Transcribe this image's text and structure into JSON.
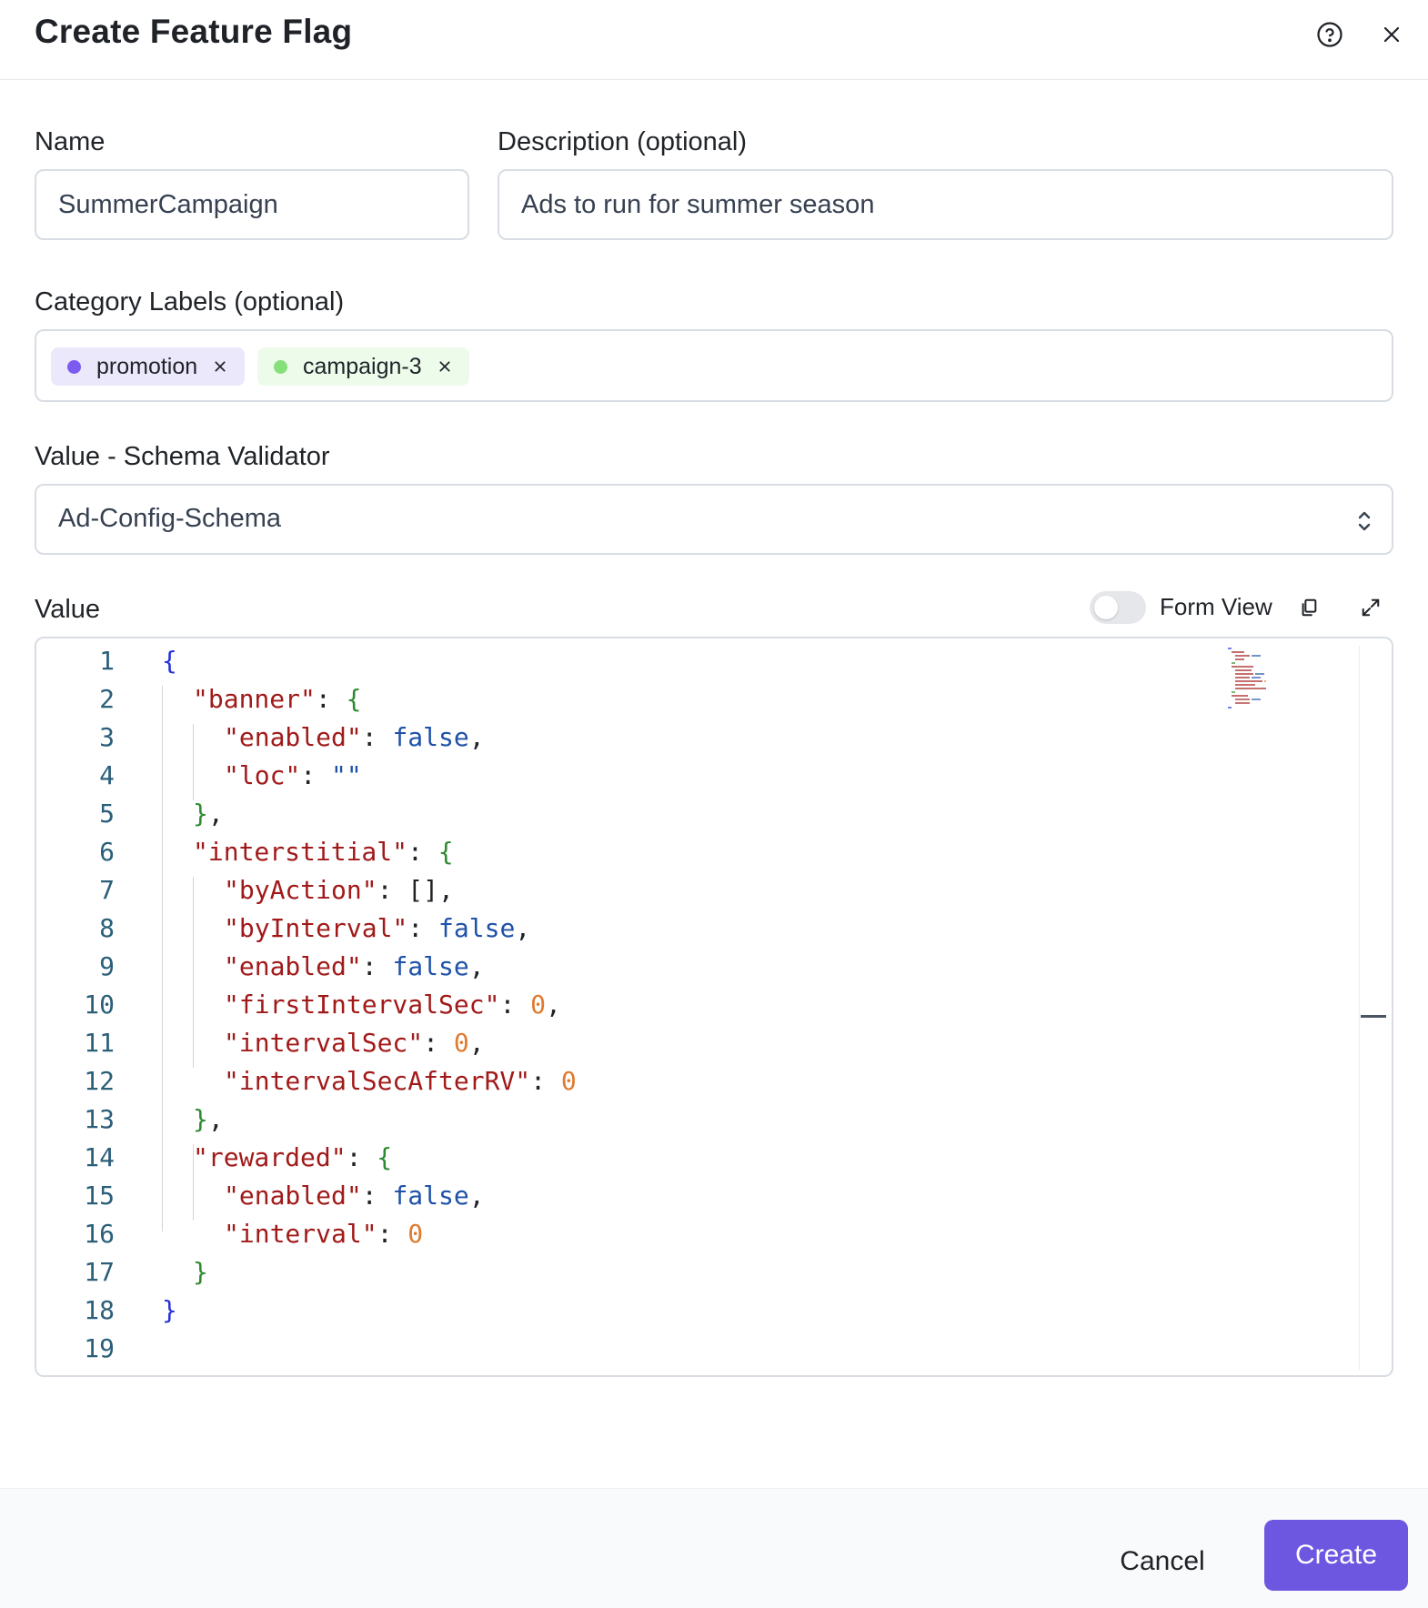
{
  "dialog": {
    "title": "Create Feature Flag",
    "help_icon": "help-circle-icon",
    "close_icon": "close-icon"
  },
  "form": {
    "name": {
      "label": "Name",
      "value": "SummerCampaign"
    },
    "description": {
      "label": "Description (optional)",
      "value": "Ads to run for summer season"
    },
    "category_labels": {
      "label": "Category Labels (optional)",
      "tags": [
        {
          "text": "promotion",
          "dot_color": "#7c5cf0",
          "bg_color": "#ece8fc"
        },
        {
          "text": "campaign-3",
          "dot_color": "#86e07a",
          "bg_color": "#edfbeb"
        }
      ]
    },
    "schema_validator": {
      "label": "Value - Schema Validator",
      "value": "Ad-Config-Schema"
    },
    "value": {
      "label": "Value",
      "form_view_label": "Form View",
      "form_view_enabled": false,
      "copy_icon": "copy-icon",
      "expand_icon": "expand-icon"
    }
  },
  "editor": {
    "line_numbers": [
      "1",
      "2",
      "3",
      "4",
      "5",
      "6",
      "7",
      "8",
      "9",
      "10",
      "11",
      "12",
      "13",
      "14",
      "15",
      "16",
      "17",
      "18",
      "19"
    ],
    "lines": [
      [
        [
          "br0",
          "{"
        ]
      ],
      [
        [
          "k",
          "\"banner\""
        ],
        [
          "p",
          ": "
        ],
        [
          "br1",
          "{"
        ]
      ],
      [
        [
          "k",
          "\"enabled\""
        ],
        [
          "p",
          ": "
        ],
        [
          "b",
          "false"
        ],
        [
          "p",
          ","
        ]
      ],
      [
        [
          "k",
          "\"loc\""
        ],
        [
          "p",
          ": "
        ],
        [
          "b",
          "\"\""
        ]
      ],
      [
        [
          "br1",
          "}"
        ],
        [
          "p",
          ","
        ]
      ],
      [
        [
          "k",
          "\"interstitial\""
        ],
        [
          "p",
          ": "
        ],
        [
          "br1",
          "{"
        ]
      ],
      [
        [
          "k",
          "\"byAction\""
        ],
        [
          "p",
          ": "
        ],
        [
          "p",
          "[]"
        ],
        [
          "p",
          ","
        ]
      ],
      [
        [
          "k",
          "\"byInterval\""
        ],
        [
          "p",
          ": "
        ],
        [
          "b",
          "false"
        ],
        [
          "p",
          ","
        ]
      ],
      [
        [
          "k",
          "\"enabled\""
        ],
        [
          "p",
          ": "
        ],
        [
          "b",
          "false"
        ],
        [
          "p",
          ","
        ]
      ],
      [
        [
          "k",
          "\"firstIntervalSec\""
        ],
        [
          "p",
          ": "
        ],
        [
          "n",
          "0"
        ],
        [
          "p",
          ","
        ]
      ],
      [
        [
          "k",
          "\"intervalSec\""
        ],
        [
          "p",
          ": "
        ],
        [
          "n",
          "0"
        ],
        [
          "p",
          ","
        ]
      ],
      [
        [
          "k",
          "\"intervalSecAfterRV\""
        ],
        [
          "p",
          ": "
        ],
        [
          "n",
          "0"
        ]
      ],
      [
        [
          "br1",
          "}"
        ],
        [
          "p",
          ","
        ]
      ],
      [
        [
          "k",
          "\"rewarded\""
        ],
        [
          "p",
          ": "
        ],
        [
          "br1",
          "{"
        ]
      ],
      [
        [
          "k",
          "\"enabled\""
        ],
        [
          "p",
          ": "
        ],
        [
          "b",
          "false"
        ],
        [
          "p",
          ","
        ]
      ],
      [
        [
          "k",
          "\"interval\""
        ],
        [
          "p",
          ": "
        ],
        [
          "n",
          "0"
        ]
      ],
      [
        [
          "br1",
          "}"
        ]
      ],
      [
        [
          "br0",
          "}"
        ]
      ],
      []
    ],
    "indents": [
      0,
      1,
      2,
      2,
      1,
      1,
      2,
      2,
      2,
      2,
      2,
      2,
      1,
      1,
      2,
      2,
      1,
      0,
      0
    ]
  },
  "footer": {
    "cancel_label": "Cancel",
    "create_label": "Create",
    "accent_color": "#6e57e0"
  }
}
